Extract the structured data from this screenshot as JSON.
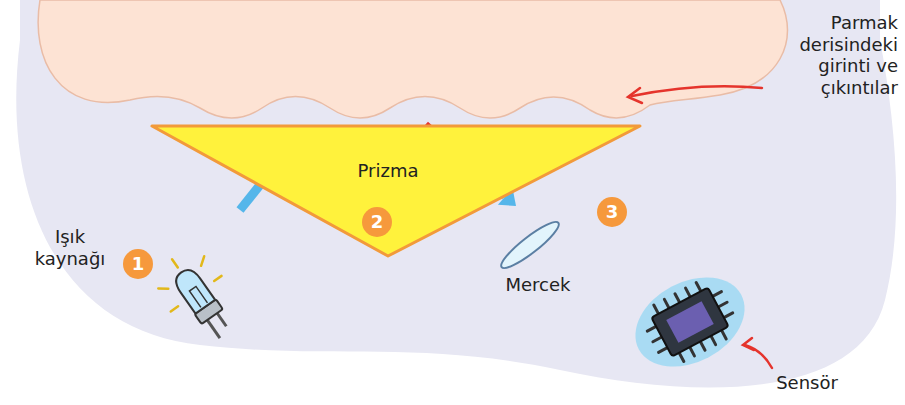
{
  "diagram": {
    "nodes": [
      {
        "text": [
          "Prizma"
        ]
      }
    ],
    "labels": [
      "Parmak derisindeki girinti ve çıkıntılar",
      "Işık kaynağı",
      "1",
      "2",
      "Mercek",
      "3",
      "Sensör"
    ]
  }
}
